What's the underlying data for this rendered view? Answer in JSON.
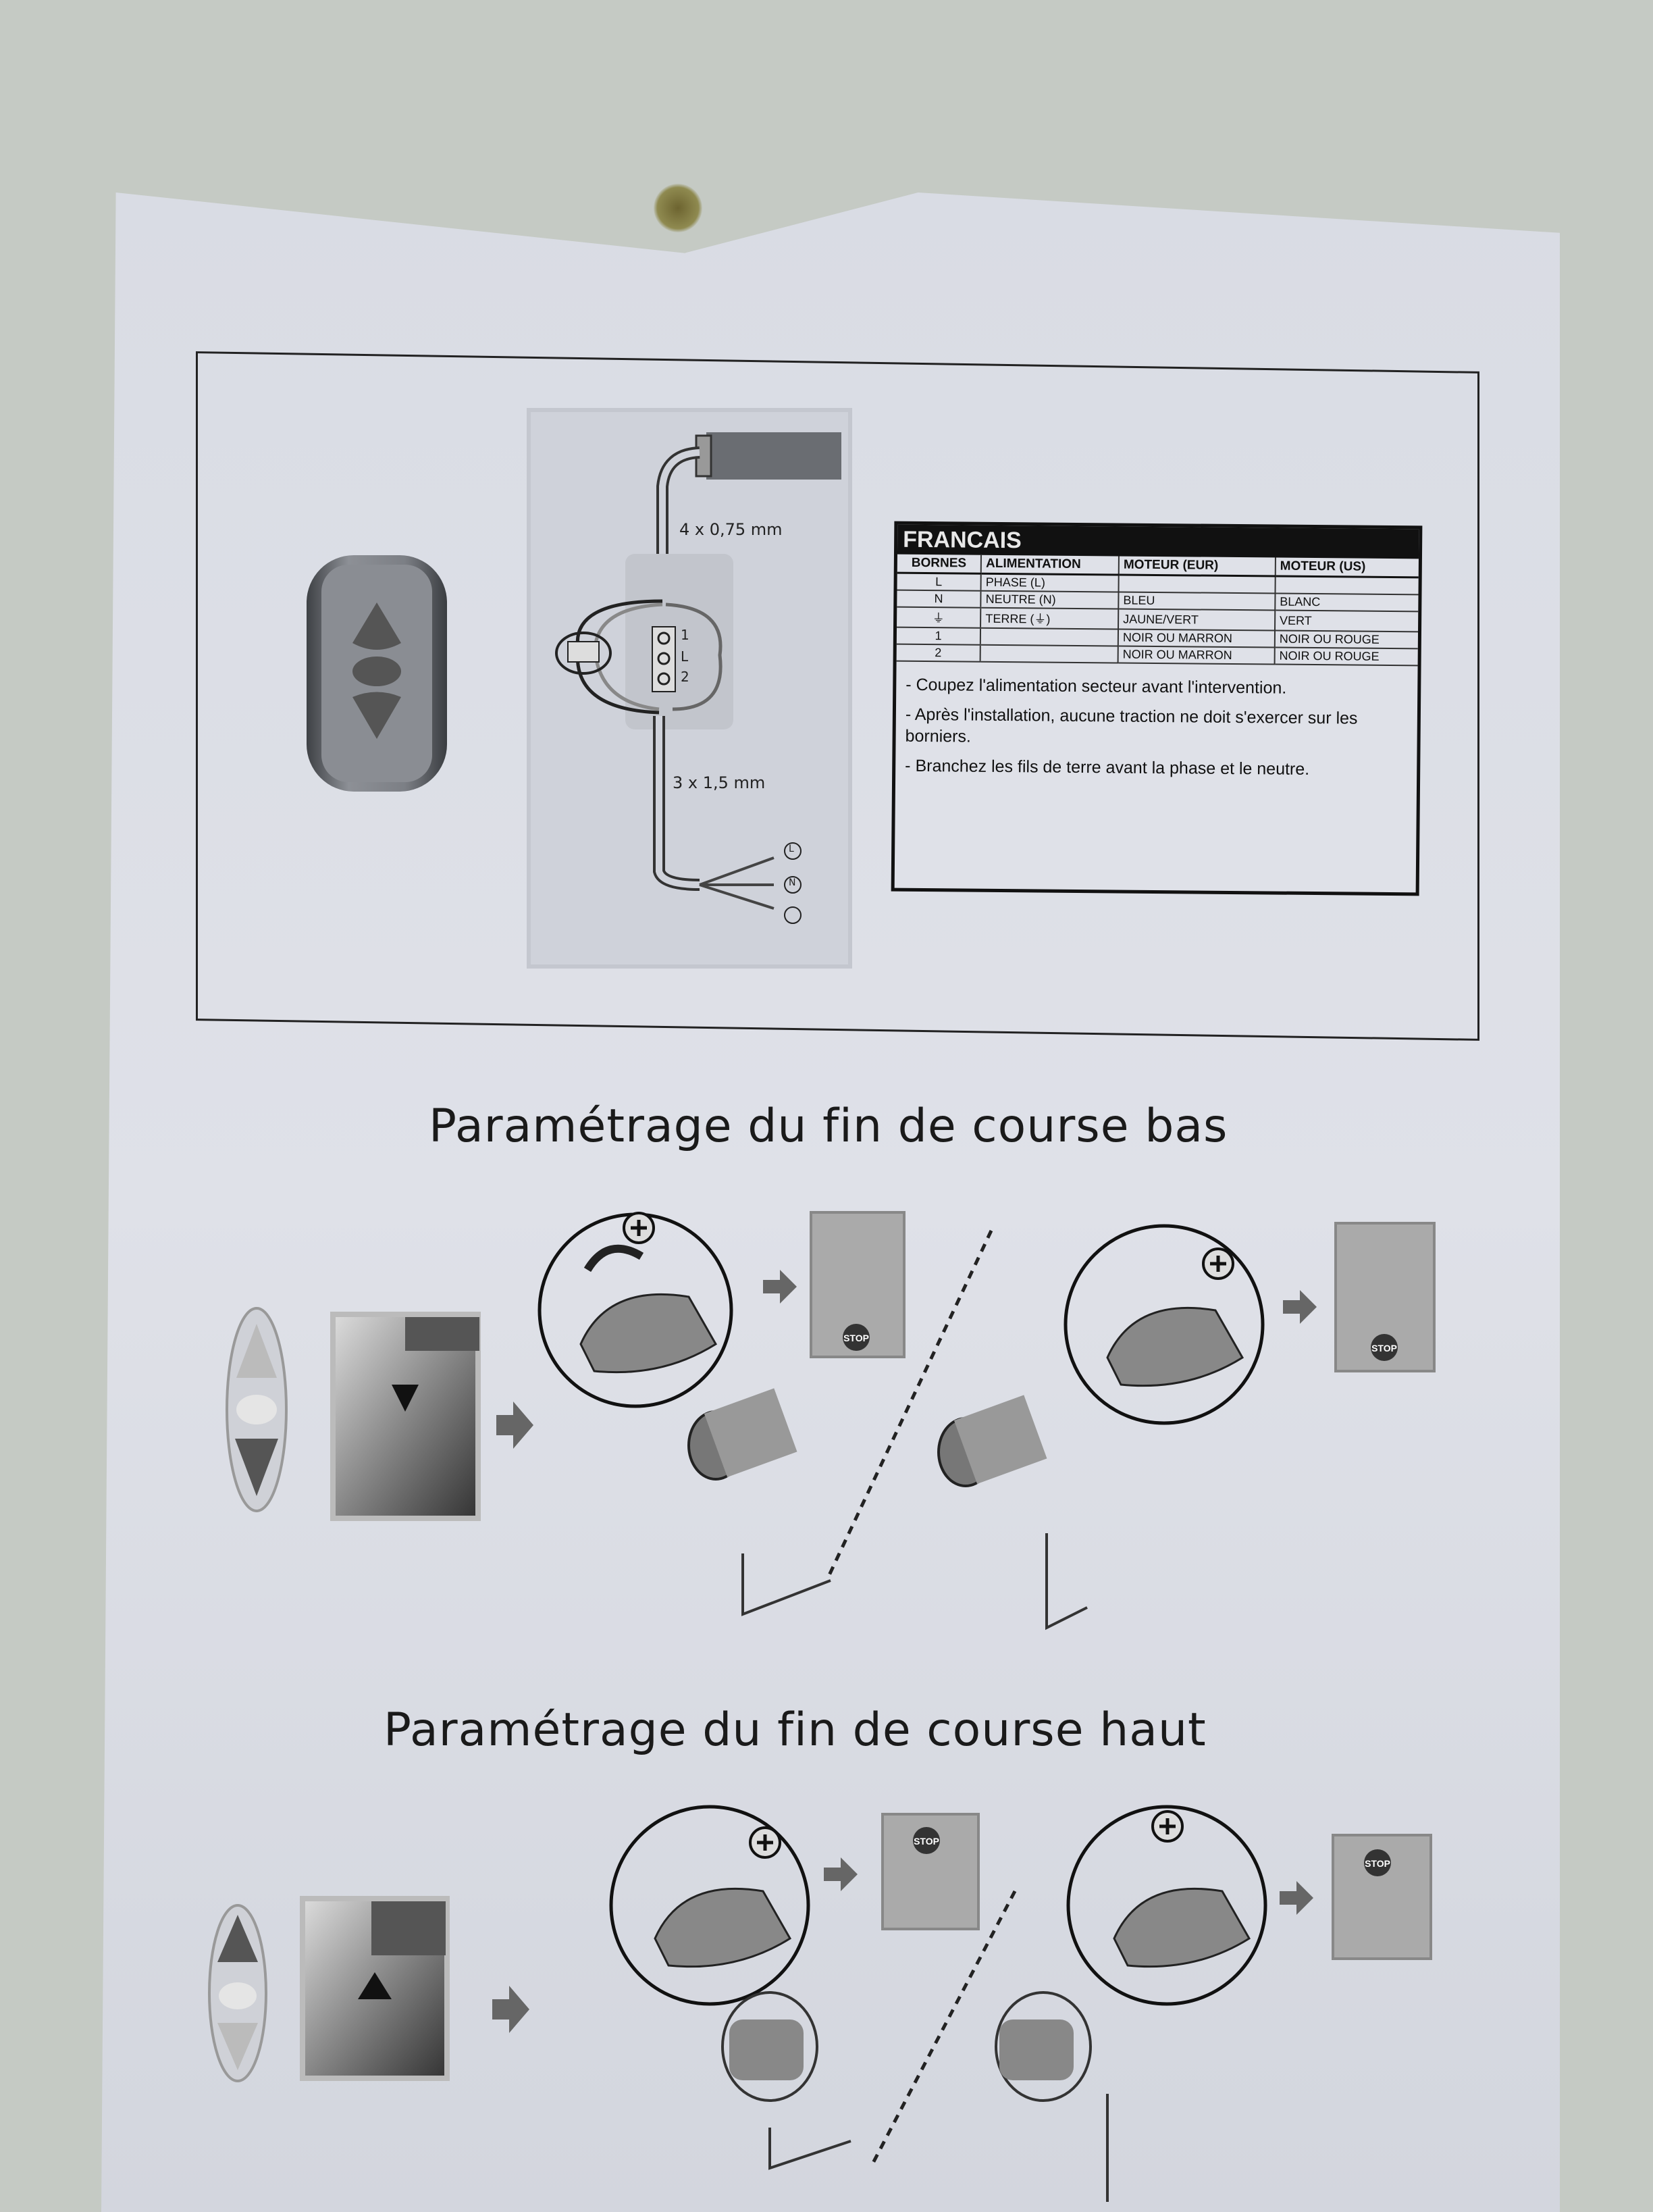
{
  "wiring": {
    "motor_cable": "4 x 0,75 mm",
    "supply_cable": "3 x 1,5 mm",
    "terminals": [
      "1",
      "L",
      "2"
    ],
    "mains_labels": [
      "L",
      "N"
    ]
  },
  "table": {
    "title": "FRANCAIS",
    "headers": [
      "BORNES",
      "ALIMENTATION",
      "MOTEUR (EUR)",
      "MOTEUR (US)"
    ],
    "rows": [
      [
        "L",
        "PHASE (L)",
        "",
        ""
      ],
      [
        "N",
        "NEUTRE (N)",
        "BLEU",
        "BLANC"
      ],
      [
        "⏚",
        "TERRE (⏚)",
        "JAUNE/VERT",
        "VERT"
      ],
      [
        "1",
        "",
        "NOIR OU MARRON",
        "NOIR OU ROUGE"
      ],
      [
        "2",
        "",
        "NOIR OU MARRON",
        "NOIR OU ROUGE"
      ]
    ],
    "notes": [
      "- Coupez l'alimentation secteur avant l'intervention.",
      "- Après l'installation, aucune traction ne doit s'exercer sur les borniers.",
      "- Branchez les fils de terre avant la phase et le neutre."
    ]
  },
  "sections": [
    {
      "title": "Paramétrage du fin de course bas",
      "stop_label": "STOP"
    },
    {
      "title": "Paramétrage du fin de course haut",
      "stop_label": "STOP"
    }
  ]
}
